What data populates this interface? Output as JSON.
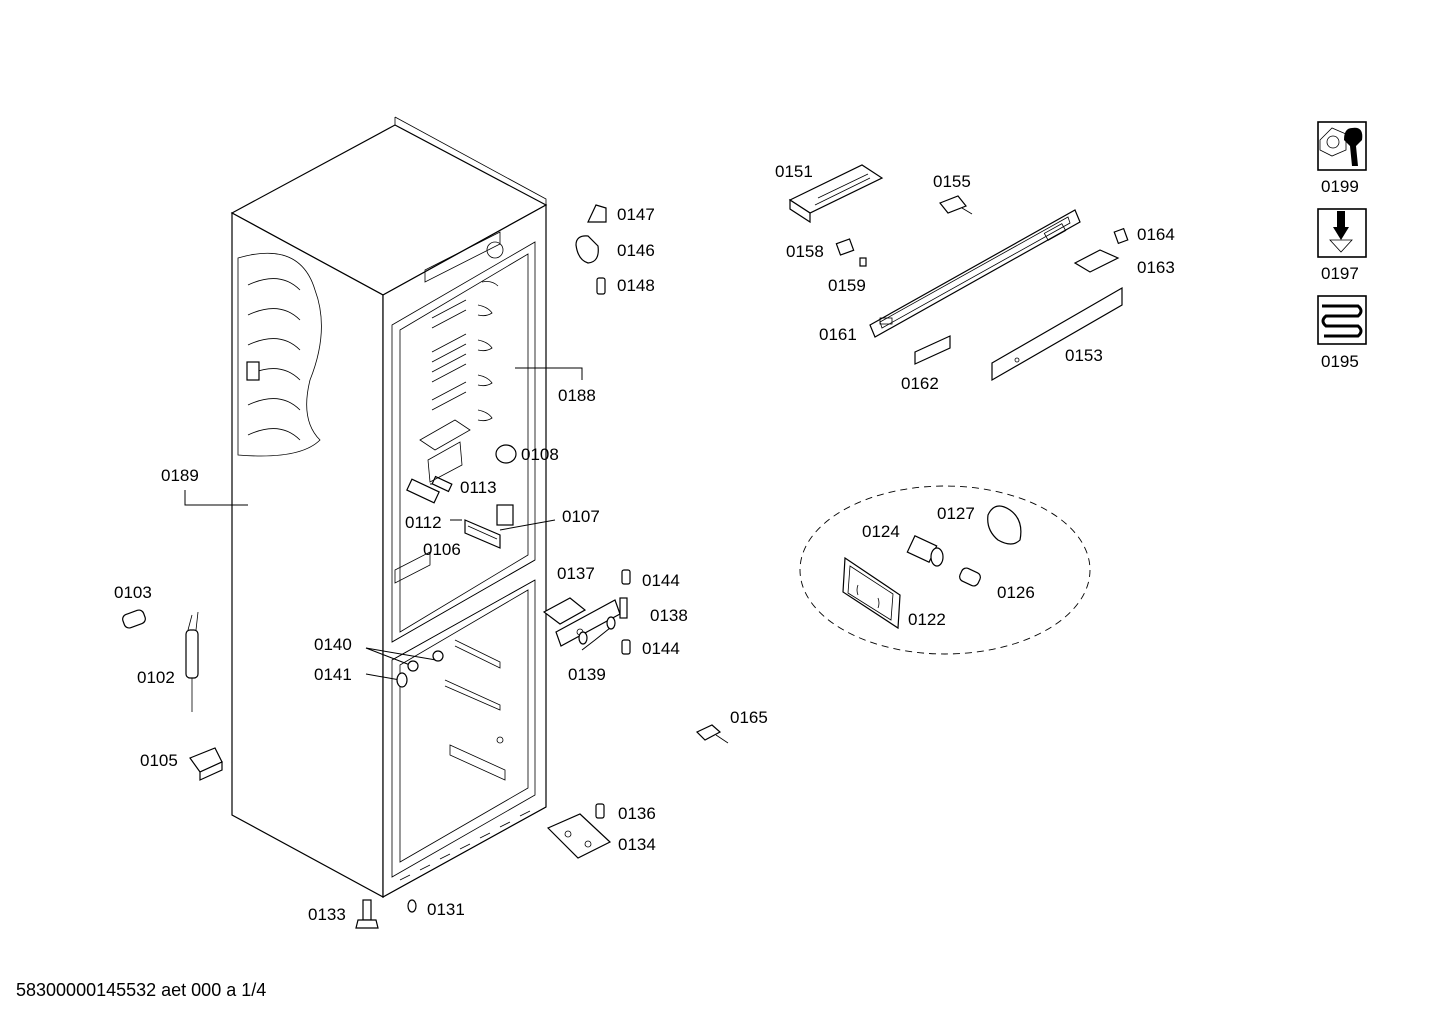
{
  "footer": {
    "doc_code": "58300000145532 aet 000 a 1/4"
  },
  "labels": {
    "p0103": "0103",
    "p0102": "0102",
    "p0105": "0105",
    "p0189": "0189",
    "p0188": "0188",
    "p0108": "0108",
    "p0113": "0113",
    "p0112": "0112",
    "p0107": "0107",
    "p0106": "0106",
    "p0147": "0147",
    "p0146": "0146",
    "p0148": "0148",
    "p0140": "0140",
    "p0141": "0141",
    "p0137": "0137",
    "p0144a": "0144",
    "p0138": "0138",
    "p0144b": "0144",
    "p0139": "0139",
    "p0165": "0165",
    "p0136": "0136",
    "p0134": "0134",
    "p0133": "0133",
    "p0131": "0131",
    "p0151": "0151",
    "p0155": "0155",
    "p0158": "0158",
    "p0159": "0159",
    "p0164": "0164",
    "p0163": "0163",
    "p0161": "0161",
    "p0153": "0153",
    "p0162": "0162",
    "p0127": "0127",
    "p0124": "0124",
    "p0126": "0126",
    "p0122": "0122",
    "p0199": "0199",
    "p0197": "0197",
    "p0195": "0195"
  },
  "icons": [
    "wrench-nut-icon",
    "screwdriver-screw-icon",
    "heating-coil-icon"
  ]
}
